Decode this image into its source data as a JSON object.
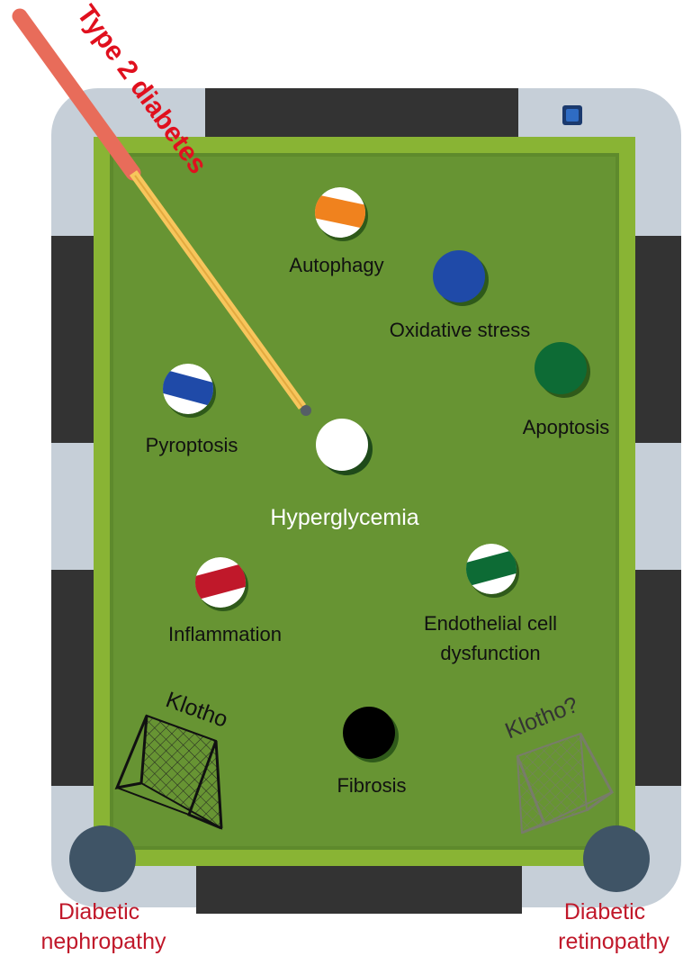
{
  "cue_label": "Type 2 diabetes",
  "center_ball_label": "Hyperglycemia",
  "balls": [
    {
      "id": "autophagy",
      "label": "Autophagy",
      "color": "#f0821e",
      "striped": true
    },
    {
      "id": "oxidative-stress",
      "label": "Oxidative stress",
      "color": "#1f4aa8",
      "striped": false
    },
    {
      "id": "apoptosis",
      "label": "Apoptosis",
      "color": "#0d6b35",
      "striped": false
    },
    {
      "id": "pyroptosis",
      "label": "Pyroptosis",
      "color": "#1f4aa8",
      "striped": true
    },
    {
      "id": "inflammation",
      "label": "Inflammation",
      "color": "#c0182a",
      "striped": true
    },
    {
      "id": "endothelial",
      "label_line1": "Endothelial cell",
      "label_line2": "dysfunction",
      "color": "#0d6b35",
      "striped": true
    },
    {
      "id": "fibrosis",
      "label": "Fibrosis",
      "color": "#000000",
      "striped": false
    }
  ],
  "goals": {
    "left_label": "Klotho",
    "right_label": "Klotho?"
  },
  "pockets": {
    "left_line1": "Diabetic",
    "left_line2": "nephropathy",
    "right_line1": "Diabetic",
    "right_line2": "retinopathy"
  },
  "colors": {
    "felt": "#679433",
    "cushion": "#89b434",
    "frame": "#c6cfd8",
    "dark_band": "#333333",
    "pocket": "#3f5466",
    "label_red": "#c0182a",
    "cue_tip_red": "#e86c5a",
    "cue_shaft": "#f7c65c"
  }
}
